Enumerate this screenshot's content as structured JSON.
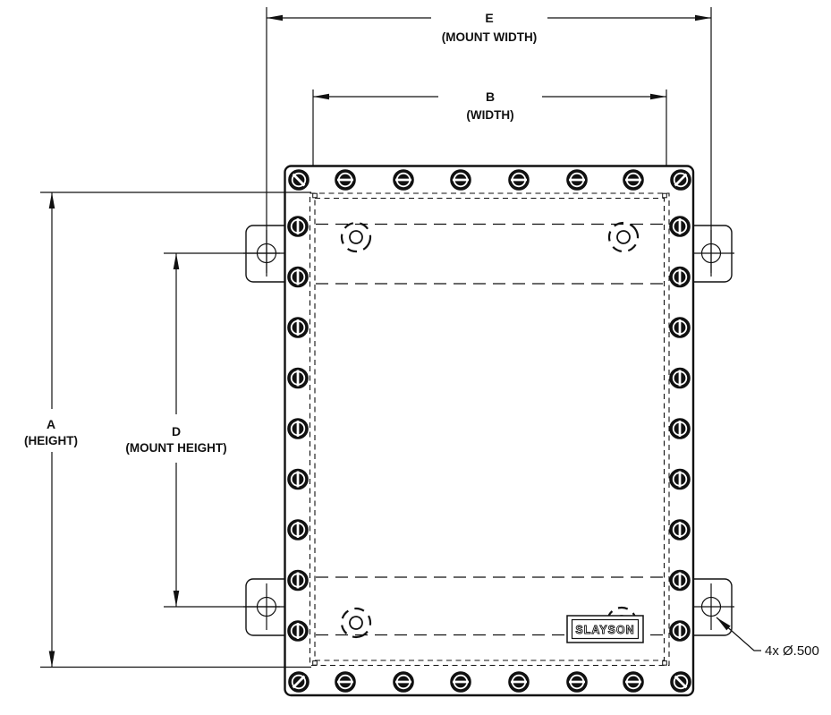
{
  "drawing": {
    "dimensions": {
      "mount_width": {
        "letter": "E",
        "label": "(MOUNT WIDTH)"
      },
      "width": {
        "letter": "B",
        "label": "(WIDTH)"
      },
      "height": {
        "letter": "A",
        "label": "(HEIGHT)"
      },
      "mount_height": {
        "letter": "D",
        "label": "(MOUNT HEIGHT)"
      }
    },
    "callout": {
      "text": "4x Ø.500"
    },
    "logo": {
      "text": "SLAYSON"
    },
    "colors": {
      "line": "#111111",
      "background": "#ffffff"
    }
  }
}
